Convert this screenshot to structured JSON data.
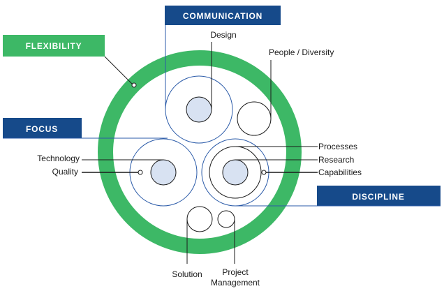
{
  "colors": {
    "blue": "#164a8a",
    "green": "#3db866",
    "fill_light": "#d8e2f2",
    "line_dark": "#1a1a1a",
    "blue_line": "#2a5aa8"
  },
  "categories": {
    "communication": {
      "label": "COMMUNICATION",
      "color": "#164a8a"
    },
    "flexibility": {
      "label": "FLEXIBILITY",
      "color": "#3db866"
    },
    "focus": {
      "label": "FOCUS",
      "color": "#164a8a"
    },
    "discipline": {
      "label": "DISCIPLINE",
      "color": "#164a8a"
    }
  },
  "items": {
    "design": "Design",
    "people_diversity": "People / Diversity",
    "technology": "Technology",
    "quality": "Quality",
    "processes": "Processes",
    "research": "Research",
    "capabilities": "Capabilities",
    "solution": "Solution",
    "project_management_line1": "Project",
    "project_management_line2": "Management"
  }
}
